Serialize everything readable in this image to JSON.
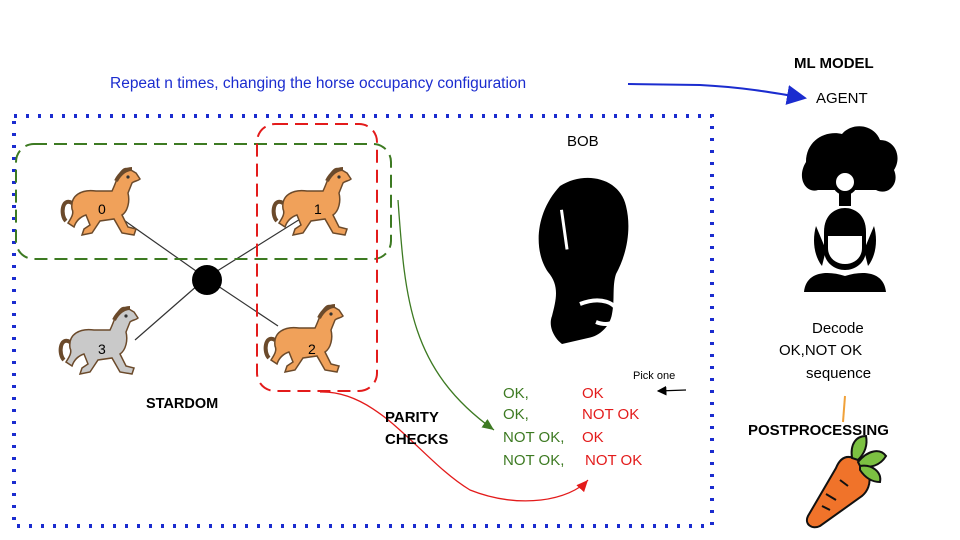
{
  "header": {
    "repeat_text": "Repeat n times, changing the horse occupancy configuration"
  },
  "ml_model": {
    "title": "ML MODEL",
    "agent_label": "AGENT",
    "decode_lines": [
      "Decode",
      "OK,NOT OK",
      "sequence"
    ],
    "postprocessing_label": "POSTPROCESSING"
  },
  "scene": {
    "stardom_label": "STARDOM",
    "bob_label": "BOB",
    "horses": [
      {
        "id": "0",
        "color": "#f0a15a"
      },
      {
        "id": "1",
        "color": "#f0a15a"
      },
      {
        "id": "2",
        "color": "#f0a15a"
      },
      {
        "id": "3",
        "color": "#c9c9c9"
      }
    ],
    "parity_label_lines": [
      "PARITY",
      "CHECKS"
    ],
    "pick_one": "Pick one",
    "parity_rows": [
      {
        "first": "OK,",
        "second": "OK"
      },
      {
        "first": "OK,",
        "second": "NOT OK"
      },
      {
        "first": "NOT OK,",
        "second": "OK"
      },
      {
        "first": "NOT OK,",
        "second": "NOT OK"
      }
    ]
  },
  "colors": {
    "blue": "#1b2ccf",
    "green": "#3d7a22",
    "red": "#e31b1b",
    "horse_orange": "#f0a15a",
    "horse_gray": "#c9c9c9",
    "carrot": "#f0732a"
  }
}
